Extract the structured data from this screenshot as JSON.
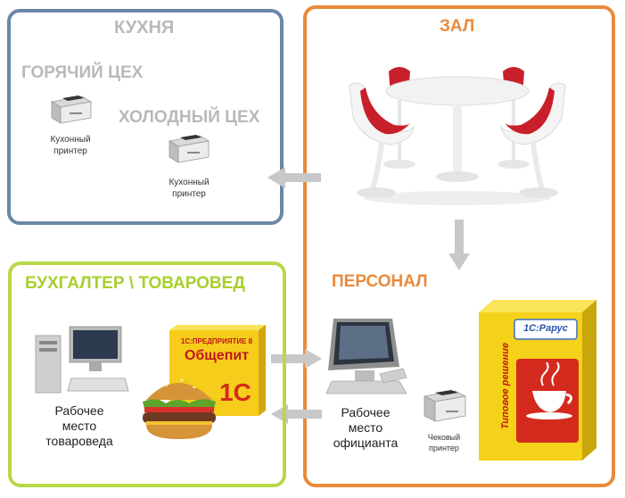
{
  "kitchen": {
    "title": "КУХНЯ",
    "hot_shop": {
      "title": "ГОРЯЧИЙ ЦЕХ",
      "printer_line1": "Кухонный",
      "printer_line2": "принтер"
    },
    "cold_shop": {
      "title": "ХОЛОДНЫЙ ЦЕХ",
      "printer_line1": "Кухонный",
      "printer_line2": "принтер"
    }
  },
  "hall": {
    "title": "ЗАЛ"
  },
  "staff": {
    "title": "ПЕРСОНАЛ",
    "workstation_line1": "Рабочее",
    "workstation_line2": "место",
    "workstation_line3": "официанта",
    "receipt_line1": "Чековый",
    "receipt_line2": "принтер",
    "product_box": {
      "brand": "1С:Рарус",
      "vertical_text": "Типовое решение"
    }
  },
  "accountant": {
    "title": "БУХГАЛТЕР \\ ТОВАРОВЕД",
    "workstation_line1": "Рабочее",
    "workstation_line2": "место",
    "workstation_line3": "товароведа",
    "product_box": {
      "line1": "1С:ПРЕДПРИЯТИЕ 8",
      "line2": "Общепит",
      "logo": "1С"
    }
  },
  "colors": {
    "kitchen_border": "#6b87a8",
    "hall_border": "#ea8a3c",
    "accountant_border": "#b8d84a",
    "arrow": "#c8c8c8",
    "chair_red": "#c8202a",
    "box_yellow": "#f5d21a"
  }
}
